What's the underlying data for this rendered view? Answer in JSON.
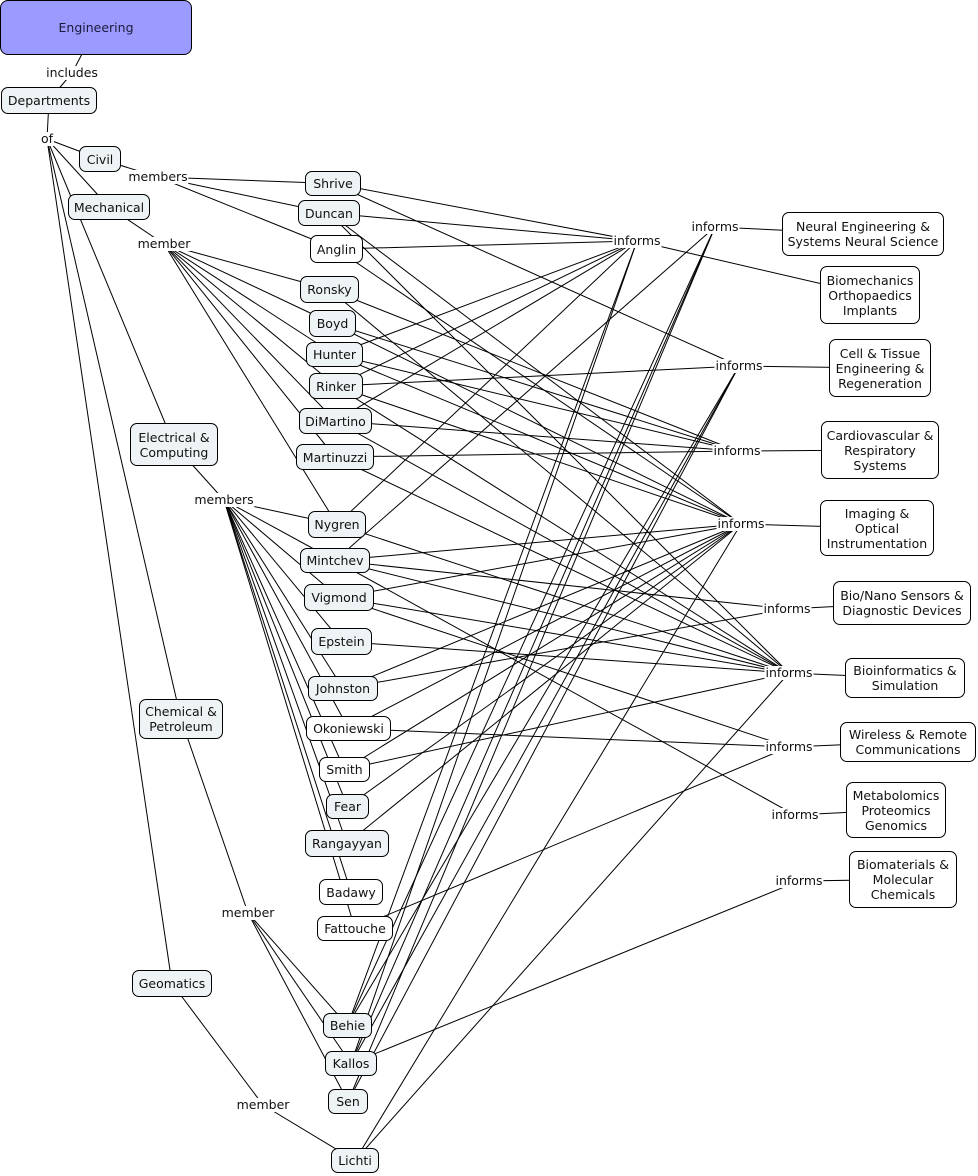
{
  "title": "Engineering",
  "colors": {
    "root_fill": "#9a9aff",
    "member_fill": "#eef3f5",
    "topic_fill": "#ffffff",
    "line": "#000000"
  },
  "nodes": {
    "engineering": {
      "text": "Engineering",
      "kind": "root"
    },
    "departments": {
      "text": "Departments",
      "kind": "shaded"
    },
    "civil": {
      "text": "Civil",
      "kind": "shaded"
    },
    "mechanical": {
      "text": "Mechanical",
      "kind": "shaded"
    },
    "electrical": {
      "text": "Electrical &\nComputing",
      "kind": "shaded"
    },
    "chemical": {
      "text": "Chemical &\nPetroleum",
      "kind": "shaded"
    },
    "geomatics": {
      "text": "Geomatics",
      "kind": "shaded"
    },
    "shrive": {
      "text": "Shrive",
      "kind": "shaded"
    },
    "duncan": {
      "text": "Duncan",
      "kind": "shaded"
    },
    "anglin": {
      "text": "Anglin",
      "kind": "plain"
    },
    "ronsky": {
      "text": "Ronsky",
      "kind": "shaded"
    },
    "boyd": {
      "text": "Boyd",
      "kind": "shaded"
    },
    "hunter": {
      "text": "Hunter",
      "kind": "shaded"
    },
    "rinker": {
      "text": "Rinker",
      "kind": "shaded"
    },
    "dimartino": {
      "text": "DiMartino",
      "kind": "shaded"
    },
    "martinuzzi": {
      "text": "Martinuzzi",
      "kind": "shaded"
    },
    "nygren": {
      "text": "Nygren",
      "kind": "shaded"
    },
    "mintchev": {
      "text": "Mintchev",
      "kind": "shaded"
    },
    "vigmond": {
      "text": "Vigmond",
      "kind": "shaded"
    },
    "epstein": {
      "text": "Epstein",
      "kind": "shaded"
    },
    "johnston": {
      "text": "Johnston",
      "kind": "shaded"
    },
    "okoniewski": {
      "text": "Okoniewski",
      "kind": "plain"
    },
    "smith": {
      "text": "Smith",
      "kind": "plain"
    },
    "fear": {
      "text": "Fear",
      "kind": "shaded"
    },
    "rangayyan": {
      "text": "Rangayyan",
      "kind": "shaded"
    },
    "badawy": {
      "text": "Badawy",
      "kind": "plain"
    },
    "fattouche": {
      "text": "Fattouche",
      "kind": "plain"
    },
    "behie": {
      "text": "Behie",
      "kind": "shaded"
    },
    "kallos": {
      "text": "Kallos",
      "kind": "shaded"
    },
    "sen": {
      "text": "Sen",
      "kind": "shaded"
    },
    "lichti": {
      "text": "Lichti",
      "kind": "shaded"
    },
    "t_neural": {
      "text": "Neural Engineering &\nSystems Neural Science",
      "kind": "plain"
    },
    "t_biomech": {
      "text": "Biomechanics\nOrthopaedics\nImplants",
      "kind": "plain"
    },
    "t_cell": {
      "text": "Cell & Tissue\nEngineering &\nRegeneration",
      "kind": "plain"
    },
    "t_cardio": {
      "text": "Cardiovascular &\nRespiratory\nSystems",
      "kind": "plain"
    },
    "t_imaging": {
      "text": "Imaging &\nOptical\nInstrumentation",
      "kind": "plain"
    },
    "t_sensors": {
      "text": "Bio/Nano Sensors &\nDiagnostic Devices",
      "kind": "plain"
    },
    "t_bioinf": {
      "text": "Bioinformatics &\nSimulation",
      "kind": "plain"
    },
    "t_wireless": {
      "text": "Wireless & Remote\nCommunications",
      "kind": "plain"
    },
    "t_omics": {
      "text": "Metabolomics\nProteomics\nGenomics",
      "kind": "plain"
    },
    "t_biomat": {
      "text": "Biomaterials &\nMolecular\nChemicals",
      "kind": "plain"
    }
  },
  "link_labels": {
    "l_includes": "includes",
    "l_of": "of",
    "l_civil_members": "members",
    "l_mech_member": "member",
    "l_elec_members": "members",
    "l_chem_member": "member",
    "l_geo_member": "member",
    "i_biomech": "informs",
    "i_neural": "informs",
    "i_cell": "informs",
    "i_cardio": "informs",
    "i_imaging": "informs",
    "i_sensors": "informs",
    "i_bioinf": "informs",
    "i_wireless": "informs",
    "i_omics": "informs",
    "i_biomat": "informs"
  },
  "edges": [
    [
      "engineering",
      "l_includes"
    ],
    [
      "l_includes",
      "departments"
    ],
    [
      "departments",
      "l_of"
    ],
    [
      "l_of",
      "civil"
    ],
    [
      "l_of",
      "mechanical"
    ],
    [
      "l_of",
      "electrical"
    ],
    [
      "l_of",
      "chemical"
    ],
    [
      "l_of",
      "geomatics"
    ],
    [
      "civil",
      "l_civil_members"
    ],
    [
      "l_civil_members",
      "shrive"
    ],
    [
      "l_civil_members",
      "duncan"
    ],
    [
      "l_civil_members",
      "anglin"
    ],
    [
      "mechanical",
      "l_mech_member"
    ],
    [
      "l_mech_member",
      "ronsky"
    ],
    [
      "l_mech_member",
      "boyd"
    ],
    [
      "l_mech_member",
      "hunter"
    ],
    [
      "l_mech_member",
      "rinker"
    ],
    [
      "l_mech_member",
      "dimartino"
    ],
    [
      "l_mech_member",
      "martinuzzi"
    ],
    [
      "l_mech_member",
      "nygren"
    ],
    [
      "electrical",
      "l_elec_members"
    ],
    [
      "l_elec_members",
      "nygren"
    ],
    [
      "l_elec_members",
      "mintchev"
    ],
    [
      "l_elec_members",
      "vigmond"
    ],
    [
      "l_elec_members",
      "epstein"
    ],
    [
      "l_elec_members",
      "johnston"
    ],
    [
      "l_elec_members",
      "okoniewski"
    ],
    [
      "l_elec_members",
      "smith"
    ],
    [
      "l_elec_members",
      "fear"
    ],
    [
      "l_elec_members",
      "rangayyan"
    ],
    [
      "l_elec_members",
      "badawy"
    ],
    [
      "l_elec_members",
      "fattouche"
    ],
    [
      "chemical",
      "l_chem_member"
    ],
    [
      "l_chem_member",
      "behie"
    ],
    [
      "l_chem_member",
      "kallos"
    ],
    [
      "l_chem_member",
      "sen"
    ],
    [
      "geomatics",
      "l_geo_member"
    ],
    [
      "l_geo_member",
      "lichti"
    ],
    [
      "i_neural",
      "t_neural"
    ],
    [
      "i_biomech",
      "t_biomech"
    ],
    [
      "i_cell",
      "t_cell"
    ],
    [
      "i_cardio",
      "t_cardio"
    ],
    [
      "i_imaging",
      "t_imaging"
    ],
    [
      "i_sensors",
      "t_sensors"
    ],
    [
      "i_bioinf",
      "t_bioinf"
    ],
    [
      "i_wireless",
      "t_wireless"
    ],
    [
      "i_omics",
      "t_omics"
    ],
    [
      "i_biomat",
      "t_biomat"
    ],
    [
      "shrive",
      "i_biomech"
    ],
    [
      "duncan",
      "i_biomech"
    ],
    [
      "anglin",
      "i_biomech"
    ],
    [
      "shrive",
      "i_cell"
    ],
    [
      "duncan",
      "i_imaging"
    ],
    [
      "duncan",
      "i_bioinf"
    ],
    [
      "anglin",
      "i_imaging"
    ],
    [
      "ronsky",
      "i_cardio"
    ],
    [
      "ronsky",
      "i_bioinf"
    ],
    [
      "boyd",
      "i_cardio"
    ],
    [
      "boyd",
      "i_imaging"
    ],
    [
      "hunter",
      "i_biomech"
    ],
    [
      "hunter",
      "i_cardio"
    ],
    [
      "hunter",
      "i_imaging"
    ],
    [
      "rinker",
      "i_biomech"
    ],
    [
      "rinker",
      "i_cell"
    ],
    [
      "rinker",
      "i_imaging"
    ],
    [
      "rinker",
      "i_bioinf"
    ],
    [
      "dimartino",
      "i_biomech"
    ],
    [
      "dimartino",
      "i_cardio"
    ],
    [
      "dimartino",
      "i_bioinf"
    ],
    [
      "martinuzzi",
      "i_cardio"
    ],
    [
      "martinuzzi",
      "i_bioinf"
    ],
    [
      "nygren",
      "i_biomech"
    ],
    [
      "nygren",
      "i_bioinf"
    ],
    [
      "mintchev",
      "i_imaging"
    ],
    [
      "mintchev",
      "i_sensors"
    ],
    [
      "mintchev",
      "i_bioinf"
    ],
    [
      "mintchev",
      "i_omics"
    ],
    [
      "mintchev",
      "i_neural"
    ],
    [
      "vigmond",
      "i_imaging"
    ],
    [
      "vigmond",
      "i_bioinf"
    ],
    [
      "vigmond",
      "i_wireless"
    ],
    [
      "epstein",
      "i_bioinf"
    ],
    [
      "johnston",
      "i_imaging"
    ],
    [
      "johnston",
      "i_sensors"
    ],
    [
      "okoniewski",
      "i_imaging"
    ],
    [
      "okoniewski",
      "i_wireless"
    ],
    [
      "smith",
      "i_imaging"
    ],
    [
      "smith",
      "i_bioinf"
    ],
    [
      "fear",
      "i_imaging"
    ],
    [
      "rangayyan",
      "i_imaging"
    ],
    [
      "fattouche",
      "i_wireless"
    ],
    [
      "behie",
      "i_biomech"
    ],
    [
      "behie",
      "i_neural"
    ],
    [
      "behie",
      "i_cell"
    ],
    [
      "kallos",
      "i_biomech"
    ],
    [
      "kallos",
      "i_neural"
    ],
    [
      "kallos",
      "i_cell"
    ],
    [
      "kallos",
      "i_biomat"
    ],
    [
      "sen",
      "i_neural"
    ],
    [
      "sen",
      "i_cell"
    ],
    [
      "lichti",
      "i_imaging"
    ],
    [
      "lichti",
      "i_bioinf"
    ]
  ]
}
